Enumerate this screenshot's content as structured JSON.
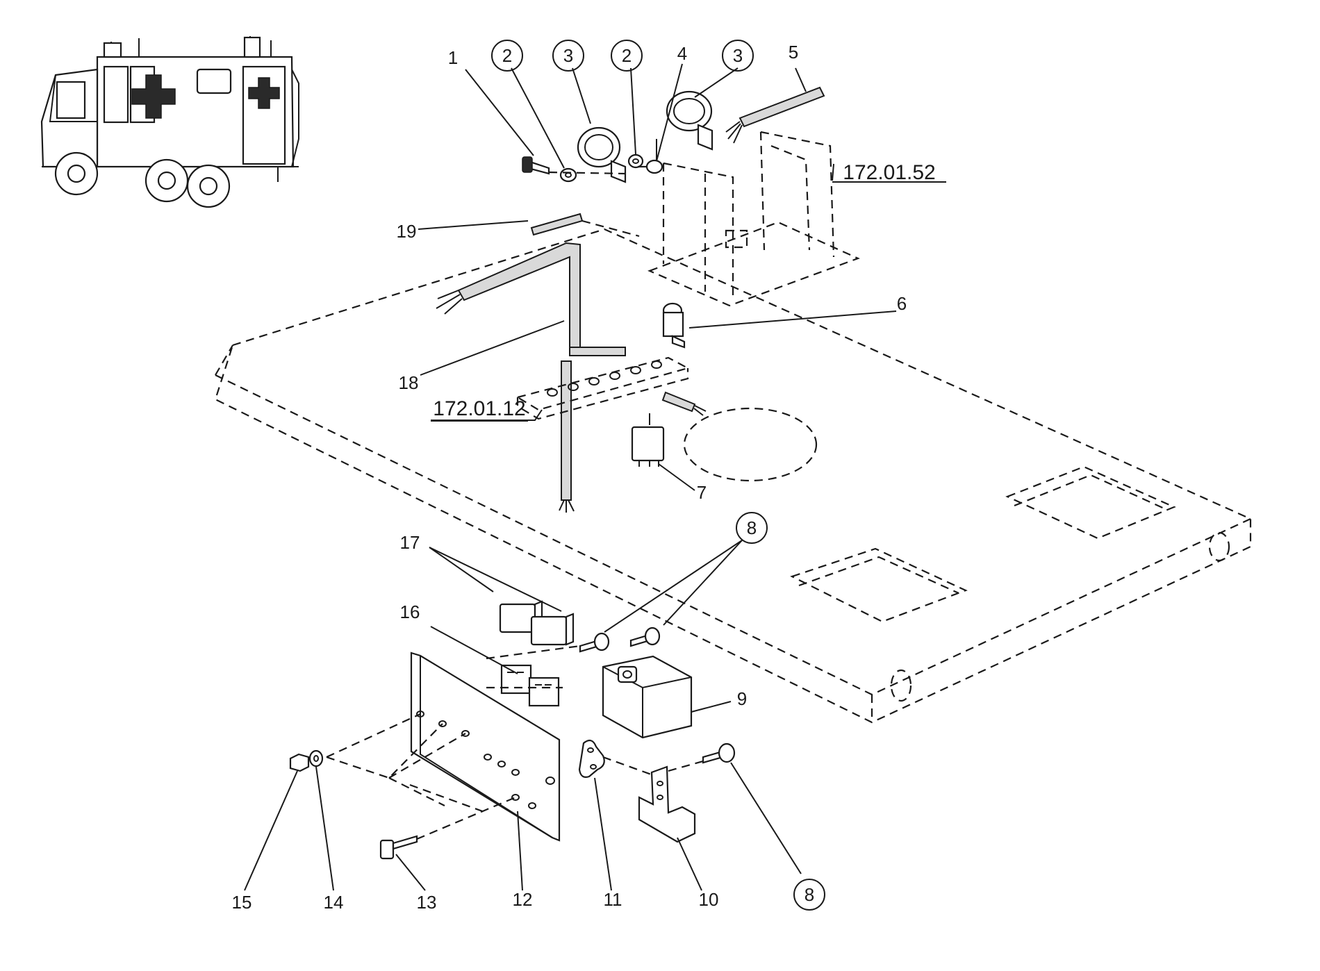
{
  "reference_codes": {
    "upper_assembly": "172.01.52",
    "terminal_block": "172.01.12"
  },
  "callouts": [
    {
      "id": "c1",
      "text": "1",
      "circled": false
    },
    {
      "id": "c2a",
      "text": "2",
      "circled": true
    },
    {
      "id": "c3a",
      "text": "3",
      "circled": true
    },
    {
      "id": "c2b",
      "text": "2",
      "circled": true
    },
    {
      "id": "c4",
      "text": "4",
      "circled": false
    },
    {
      "id": "c3b",
      "text": "3",
      "circled": true
    },
    {
      "id": "c5",
      "text": "5",
      "circled": false
    },
    {
      "id": "c19",
      "text": "19",
      "circled": false
    },
    {
      "id": "c6",
      "text": "6",
      "circled": false
    },
    {
      "id": "c18",
      "text": "18",
      "circled": false
    },
    {
      "id": "c7",
      "text": "7",
      "circled": false
    },
    {
      "id": "c17",
      "text": "17",
      "circled": false
    },
    {
      "id": "c8a",
      "text": "8",
      "circled": true
    },
    {
      "id": "c16",
      "text": "16",
      "circled": false
    },
    {
      "id": "c9",
      "text": "9",
      "circled": false
    },
    {
      "id": "c15",
      "text": "15",
      "circled": false
    },
    {
      "id": "c14",
      "text": "14",
      "circled": false
    },
    {
      "id": "c13",
      "text": "13",
      "circled": false
    },
    {
      "id": "c12",
      "text": "12",
      "circled": false
    },
    {
      "id": "c11",
      "text": "11",
      "circled": false
    },
    {
      "id": "c10",
      "text": "10",
      "circled": false
    },
    {
      "id": "c8b",
      "text": "8",
      "circled": true
    }
  ]
}
